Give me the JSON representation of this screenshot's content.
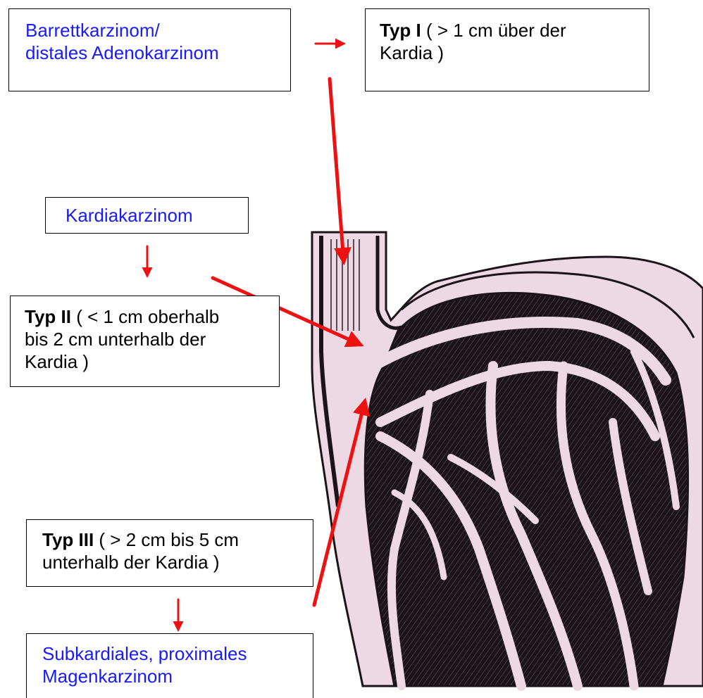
{
  "boxes": {
    "barrett": {
      "line1": "Barrettkarzinom/",
      "line2": "distales Adenokarzinom"
    },
    "typ1": {
      "bold": "Typ I",
      "line1_rest": " ( > 1 cm über  der",
      "line2": "Kardia )"
    },
    "kardia": {
      "text": "Kardiakarzinom"
    },
    "typ2": {
      "bold": "Typ II",
      "line1_rest": " ( < 1 cm oberhalb",
      "line2": "bis 2 cm unterhalb der",
      "line3": "Kardia )"
    },
    "typ3": {
      "bold": "Typ III",
      "line1_rest": " ( > 2 cm bis 5 cm",
      "line2": "unterhalb der Kardia )"
    },
    "subkardial": {
      "line1": "Subkardiales, proximales",
      "line2": "Magenkarzinom"
    }
  },
  "colors": {
    "label_blue": "#1a1aff",
    "arrow_red": "#ee1111",
    "stomach_pink": "#ecd9e4",
    "stomach_dark": "#1c1418"
  },
  "illustration": "stomach-cross-section-icon"
}
